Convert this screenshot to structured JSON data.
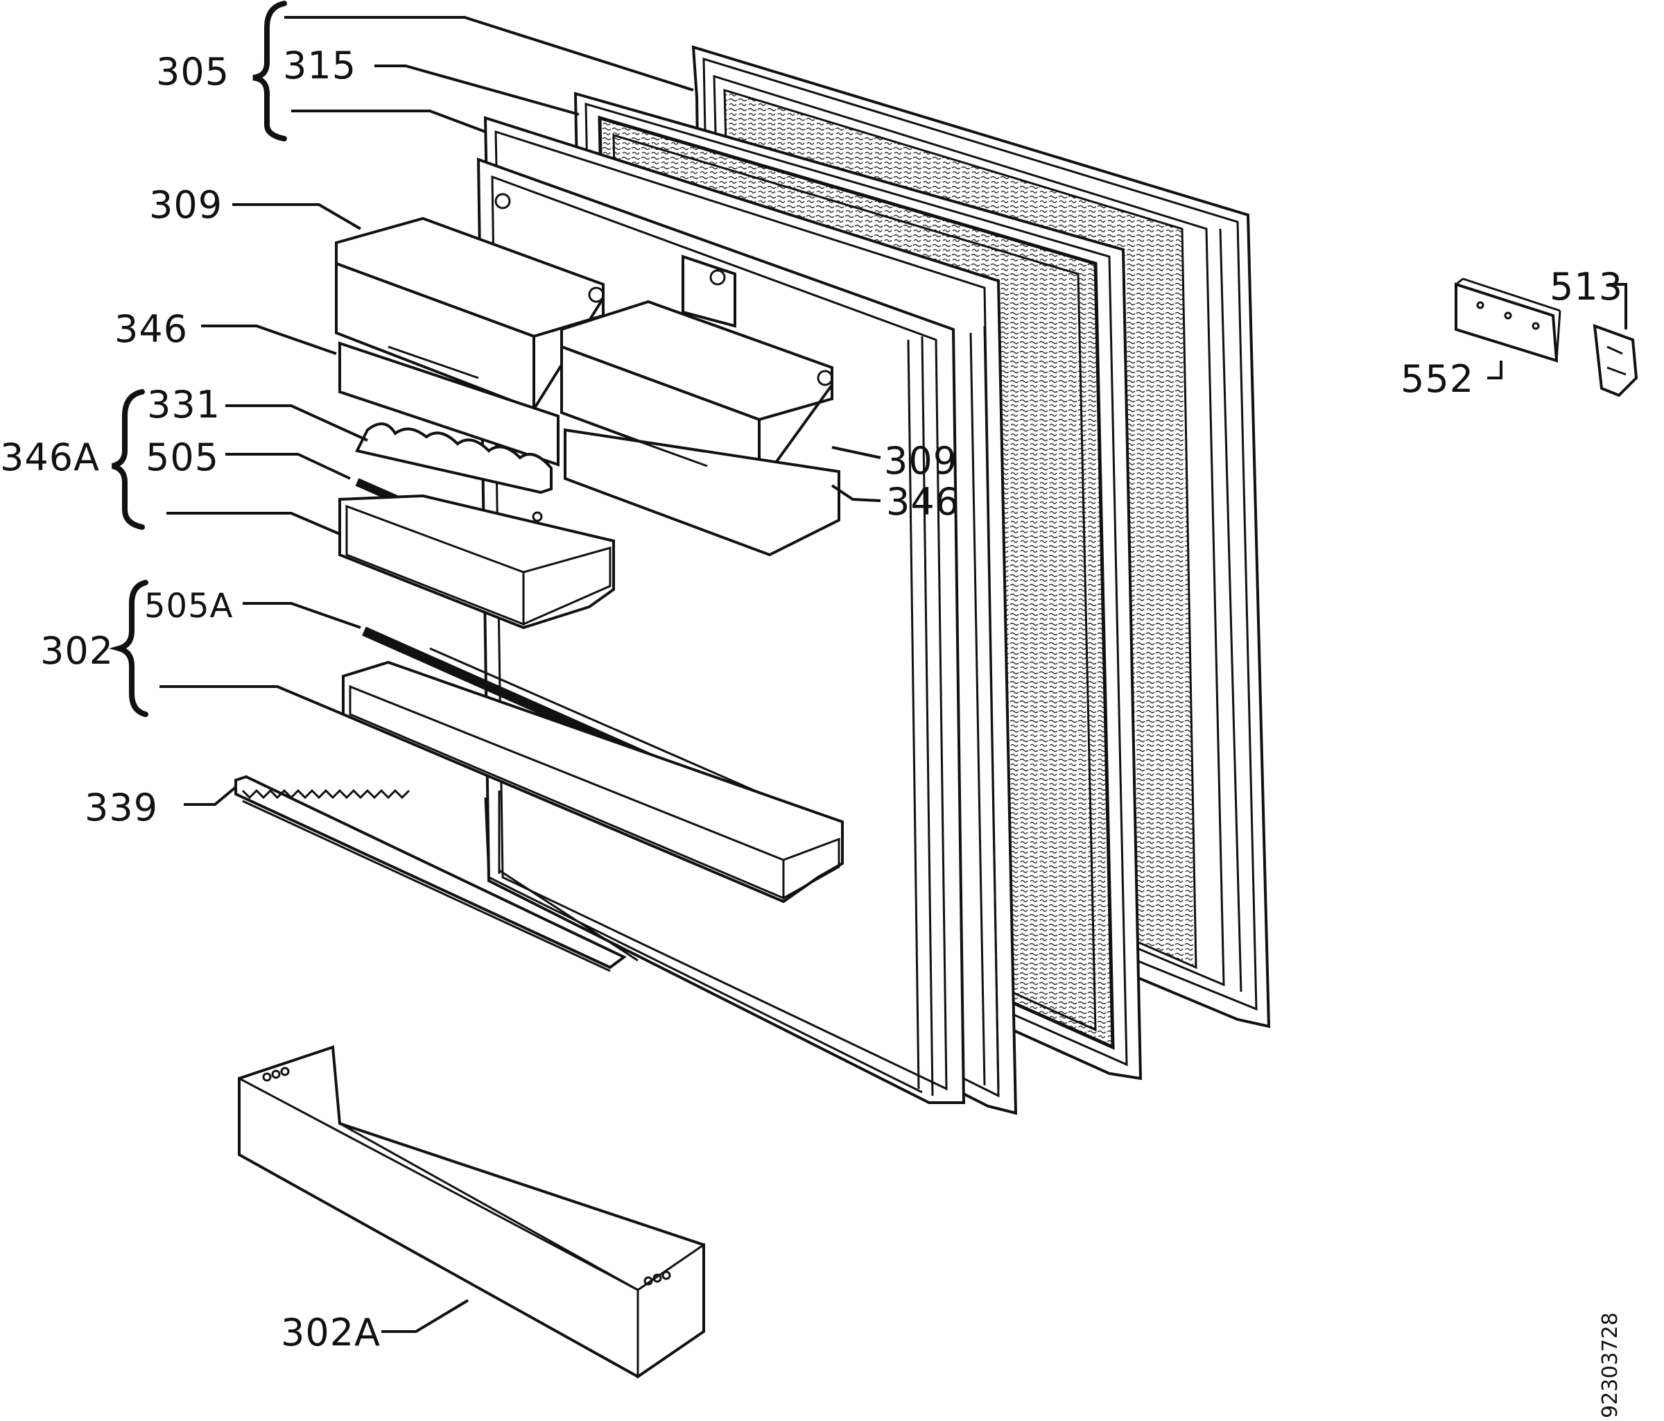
{
  "labels": {
    "l305": "305",
    "l315": "315",
    "l309a": "309",
    "l346a": "346",
    "l346A": "346A",
    "l331": "331",
    "l505": "505",
    "l309b": "309",
    "l346b": "346",
    "l302": "302",
    "l505A": "505A",
    "l339": "339",
    "l302A": "302A",
    "l513": "513",
    "l552": "552"
  },
  "drawing_code": "92303728",
  "colors": {
    "ink": "#111111",
    "paper": "#ffffff"
  }
}
